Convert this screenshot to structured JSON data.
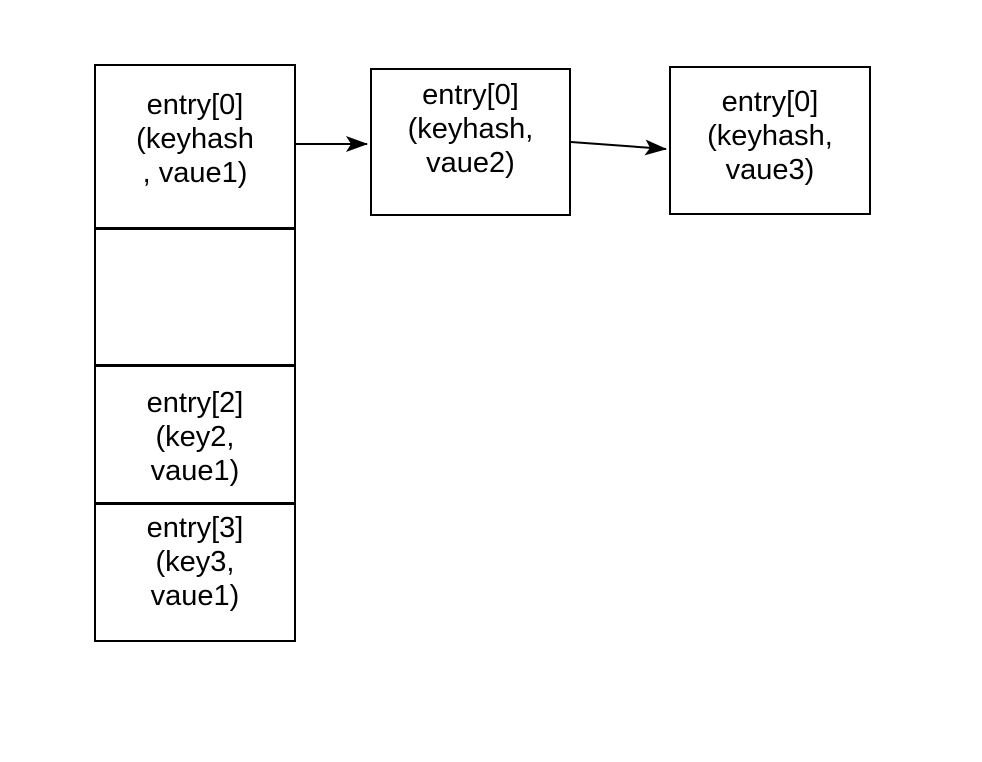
{
  "diagram": {
    "type": "hashmap-bucket-chain",
    "colors": {
      "background": "#ffffff",
      "stroke": "#000000",
      "text": "#000000"
    },
    "bucket_array": {
      "cells": [
        {
          "lines": [
            "entry[0]",
            "(keyhash",
            ", vaue1)"
          ]
        },
        {
          "lines": []
        },
        {
          "lines": [
            "entry[2]",
            "(key2,",
            "vaue1)"
          ]
        },
        {
          "lines": [
            "entry[3]",
            "(key3,",
            "vaue1)"
          ]
        }
      ]
    },
    "chain_nodes": [
      {
        "lines": [
          "entry[0]",
          "(keyhash,",
          "vaue2)"
        ]
      },
      {
        "lines": [
          "entry[0]",
          "(keyhash,",
          "vaue3)"
        ]
      }
    ],
    "arrows": [
      {
        "from": "bucket-cell-0",
        "to": "chain-node-1"
      },
      {
        "from": "chain-node-1",
        "to": "chain-node-2"
      }
    ]
  }
}
